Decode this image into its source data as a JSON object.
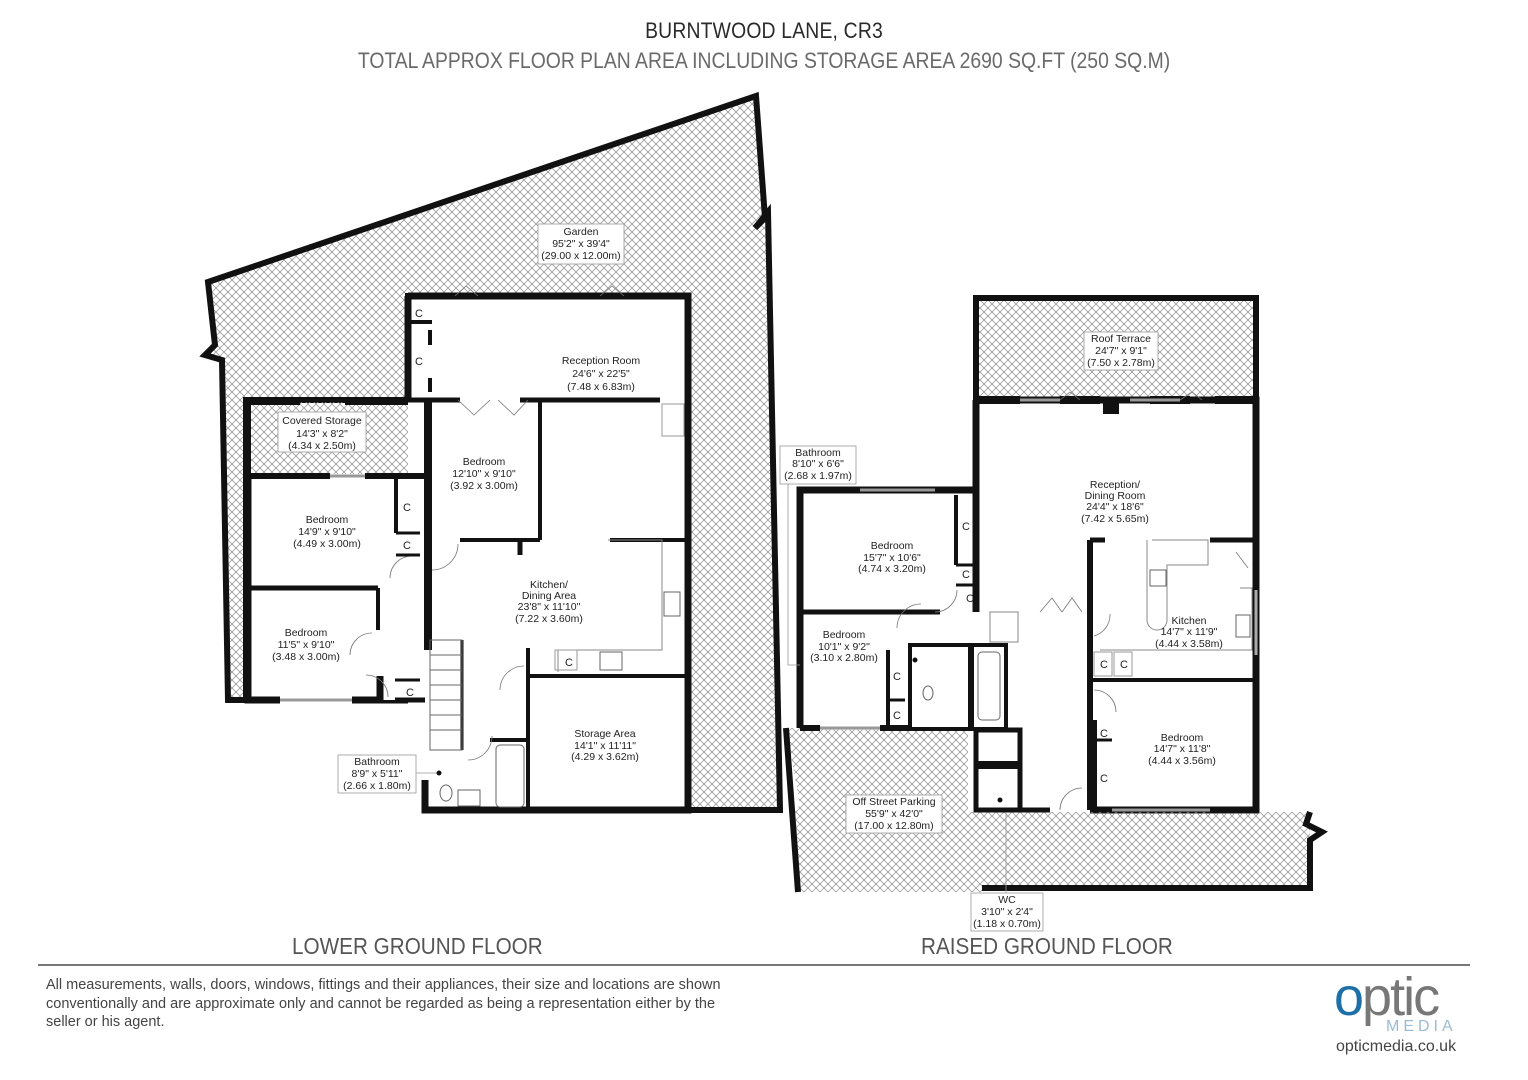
{
  "header": {
    "title": "BURNTWOOD LANE, CR3",
    "subtitle": "TOTAL APPROX FLOOR PLAN AREA INCLUDING STORAGE AREA 2690 SQ.FT (250 SQ.M)"
  },
  "floors": {
    "lower": {
      "label": "LOWER GROUND FLOOR",
      "rooms": {
        "garden": {
          "name": "Garden",
          "imperial": "95'2\" x 39'4\"",
          "metric": "(29.00 x 12.00m)"
        },
        "reception": {
          "name": "Reception Room",
          "imperial": "24'6\" x 22'5\"",
          "metric": "(7.48 x 6.83m)"
        },
        "covered_storage": {
          "name": "Covered Storage",
          "imperial": "14'3\" x 8'2\"",
          "metric": "(4.34 x 2.50m)"
        },
        "bedroom_mid": {
          "name": "Bedroom",
          "imperial": "12'10\" x 9'10\"",
          "metric": "(3.92 x 3.00m)"
        },
        "bedroom_left_upper": {
          "name": "Bedroom",
          "imperial": "14'9\" x 9'10\"",
          "metric": "(4.49 x 3.00m)"
        },
        "bedroom_left_lower": {
          "name": "Bedroom",
          "imperial": "11'5\" x 9'10\"",
          "metric": "(3.48 x 3.00m)"
        },
        "kitchen_dining": {
          "name1": "Kitchen/",
          "name2": "Dining Area",
          "imperial": "23'8\" x 11'10\"",
          "metric": "(7.22 x 3.60m)"
        },
        "storage_area": {
          "name": "Storage Area",
          "imperial": "14'1\" x 11'11\"",
          "metric": "(4.29 x 3.62m)"
        },
        "bathroom": {
          "name": "Bathroom",
          "imperial": "8'9\" x 5'11\"",
          "metric": "(2.66 x 1.80m)"
        }
      }
    },
    "raised": {
      "label": "RAISED GROUND FLOOR",
      "rooms": {
        "roof_terrace": {
          "name": "Roof Terrace",
          "imperial": "24'7\" x 9'1\"",
          "metric": "(7.50 x 2.78m)"
        },
        "bathroom": {
          "name": "Bathroom",
          "imperial": "8'10\" x 6'6\"",
          "metric": "(2.68 x 1.97m)"
        },
        "reception_dining": {
          "name1": "Reception/",
          "name2": "Dining Room",
          "imperial": "24'4\" x 18'6\"",
          "metric": "(7.42 x 5.65m)"
        },
        "bedroom_upper": {
          "name": "Bedroom",
          "imperial": "15'7\" x 10'6\"",
          "metric": "(4.74 x 3.20m)"
        },
        "bedroom_small": {
          "name": "Bedroom",
          "imperial": "10'1\" x 9'2\"",
          "metric": "(3.10 x 2.80m)"
        },
        "kitchen": {
          "name": "Kitchen",
          "imperial": "14'7\" x 11'9\"",
          "metric": "(4.44 x 3.58m)"
        },
        "bedroom_right": {
          "name": "Bedroom",
          "imperial": "14'7\" x 11'8\"",
          "metric": "(4.44 x 3.56m)"
        },
        "parking": {
          "name": "Off Street Parking",
          "imperial": "55'9\" x 42'0\"",
          "metric": "(17.00 x 12.80m)"
        },
        "wc": {
          "name": "WC",
          "imperial": "3'10\" x 2'4\"",
          "metric": "(1.18 x 0.70m)"
        }
      }
    }
  },
  "cupboard_label": "C",
  "footer": {
    "disclaimer": "All measurements, walls, doors, windows, fittings and their appliances, their size and locations are shown conventionally and are approximate only and cannot be regarded as being a representation either by the seller or his agent.",
    "logo": {
      "word_o": "o",
      "word_rest": "ptic",
      "sub": "MEDIA",
      "url": "opticmedia.co.uk"
    }
  },
  "colors": {
    "wall": "#111111",
    "hatch": "#8a8a8a",
    "logo_blue": "#1d6fa8",
    "logo_grey": "#777777"
  }
}
